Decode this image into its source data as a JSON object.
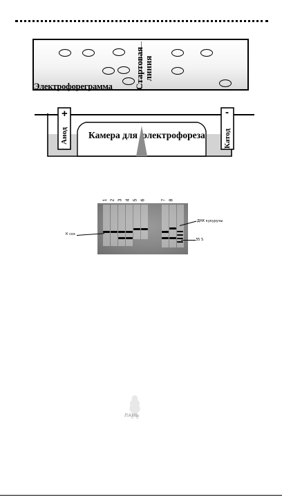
{
  "figure_top": {
    "start_label": "Стартовая линия",
    "electrophoregram_label": "Электрофореграмма"
  },
  "figure_chamber": {
    "anode_sign": "+",
    "cathode_sign": "-",
    "anode_label": "Анод",
    "cathode_label": "Катод",
    "chamber_label_left": "Камера для",
    "chamber_label_right": "электрофореза"
  },
  "figure_gel": {
    "lanes": [
      "1",
      "2",
      "3",
      "4",
      "5",
      "6",
      "7",
      "8"
    ],
    "label_left": "К сох",
    "label_right_top": "ДНК кукурузы",
    "label_right_bottom": "35 S"
  },
  "watermark": {
    "text": "ЛАНЬ"
  },
  "colors": {
    "ink": "#000000",
    "gel": "#8a8a8a",
    "buffer": "#d3d3d3"
  }
}
